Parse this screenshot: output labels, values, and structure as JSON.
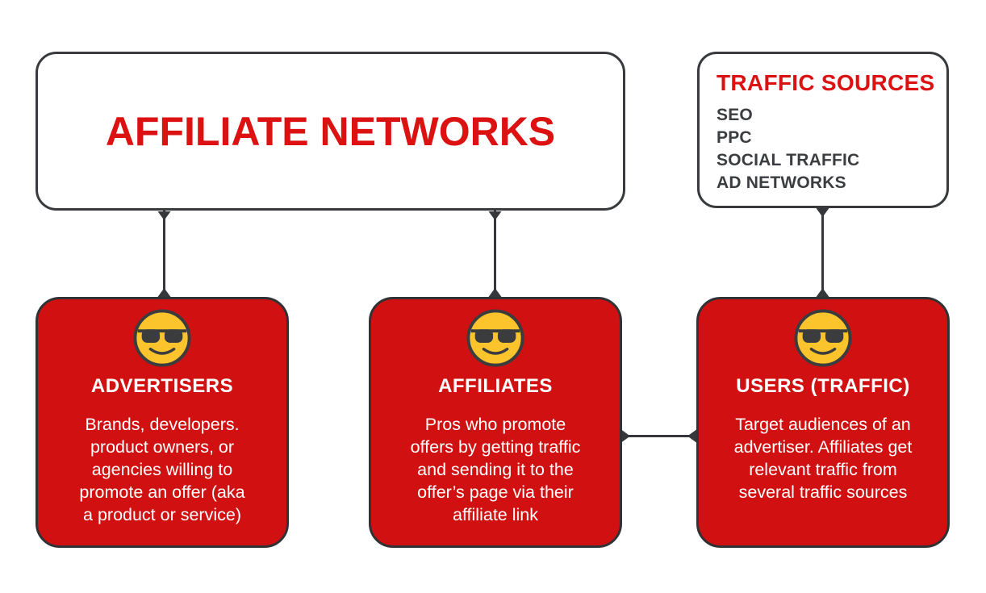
{
  "colors": {
    "page_background": "#FFFFFF",
    "accent_red_text": "#DC1111",
    "card_red_fill": "#D11111",
    "dark_outline": "#383A3D",
    "dark_text": "#3B3D40",
    "card_text": "#FFFFFF",
    "emoji_yellow": "#FCC42C"
  },
  "main_box": {
    "title": "AFFILIATE NETWORKS"
  },
  "traffic_sources": {
    "title": "TRAFFIC SOURCES",
    "items": [
      "SEO",
      "PPC",
      "SOCIAL TRAFFIC",
      "AD NETWORKS"
    ]
  },
  "cards": [
    {
      "icon": "sunglasses-smiley-emoji",
      "title": "ADVERTISERS",
      "body": "Brands, developers.\nproduct owners, or\nagencies willing to\npromote an offer (aka\na product or service)"
    },
    {
      "icon": "sunglasses-smiley-emoji",
      "title": "AFFILIATES",
      "body": "Pros who promote\noffers by getting traffic\nand sending it to the\noffer’s page via their\naffiliate link"
    },
    {
      "icon": "sunglasses-smiley-emoji",
      "title": "USERS (TRAFFIC)",
      "body": "Target audiences of an\nadvertiser. Affiliates get\nrelevant traffic from\nseveral traffic sources"
    }
  ]
}
